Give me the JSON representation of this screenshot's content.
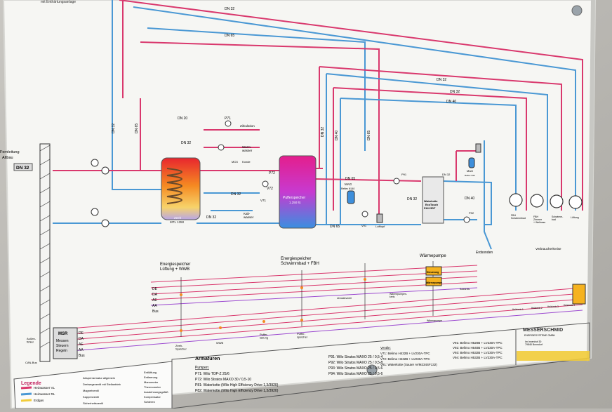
{
  "board": {
    "top_note": "mit Enthärtungsanlage",
    "pipe_labels": [
      "DN 32",
      "DN 65",
      "DN 32",
      "DN 65",
      "DN 32",
      "DN 20",
      "DN 32",
      "DN 32",
      "DN 32",
      "DN 32",
      "DN 40",
      "DN 65",
      "DN 65",
      "DN 32",
      "DN 65",
      "DN 40",
      "DN 32",
      "DN 40",
      "DN 32"
    ],
    "left": {
      "fernleitung": "Fernleitung",
      "altbau": "Altbau",
      "dn": "DN 32"
    },
    "zirkulation": "Zirkulation",
    "warmwasser": "Warm-\nwasser",
    "kaltwasser": "Kalt-\nwasser",
    "pumps": {
      "p71": "P71",
      "p72": "P72",
      "p81": "P81",
      "p91": "P91",
      "p92": "P92"
    },
    "valves": {
      "v71": "V71",
      "v72": "V72",
      "v91": "V91",
      "v81": "V81"
    },
    "mag": {
      "left": "MAG",
      "left_sub": "Reflex N140",
      "right": "MAG",
      "right_sub": "Reflex N12"
    },
    "ms": {
      "m03": "MO3",
      "konde": "Konde",
      "lufttopf": "Lufttopf"
    },
    "tank1": {
      "line1": "Zeeh",
      "line2": "MTL 1350"
    },
    "tank2": {
      "line1": "Pufferspeicher",
      "line2": "1.250 ltr."
    },
    "heatpump": {
      "line1": "Waterkotte",
      "line2": "EcoTouch",
      "line3": "5112.5DT"
    },
    "erdsonden": "Erdsonden",
    "consumers": {
      "c1": "FBH\nSchwimmbad",
      "c2": "FBH\nZimmer\n+ Wellness",
      "c3": "Schwimm-\nbad",
      "c4": "Lüftung"
    },
    "verbraucherkreise": "Verbraucherkreise",
    "sections": {
      "s1": "Energiespeicher\nLüftung + WWB",
      "s2": "Energiespeicher\nSchwimmbad + FBH",
      "s3": "Wärmepumpe"
    },
    "bus_labels": [
      "DE",
      "DA",
      "AE",
      "AA",
      "Bus"
    ],
    "bus_labels_lower": [
      "DE",
      "DA",
      "AE",
      "AA",
      "Bus"
    ],
    "controller_boxes": {
      "b1": "Steuerung",
      "b2": "Wärmepumpe"
    },
    "small_bus_notes": {
      "n1": "Umwälzventil",
      "n2": "Wärmepumpen-\nkreis",
      "n3": "Soleкreis",
      "n4": "Wärmepumpe",
      "n5": "Heizkreis 1",
      "n6": "Heizkreis 2",
      "n7": "Heizkreis 3",
      "n8": "Heizkreis 4"
    },
    "msr": {
      "title": "MSR",
      "l1": "Messen",
      "l2": "Steuern",
      "l3": "Regeln"
    },
    "ausbau": "Außen-\nfühler",
    "can_bus": "CAN-Bus",
    "lower_sections": {
      "z1": "Zeeh-\nSpeicher",
      "z2": "WWB",
      "z3": "Puffer-\nladung",
      "z4": "Puffer-\nspeicher"
    },
    "armaturen": {
      "title": "Armaturen",
      "pumps_title": "Pumpen:",
      "pumps": [
        "P71: Wilo TOP-Z 25/6",
        "P72: Wilo Stratos MAXO 30 / 0,5-10",
        "P81: Waterkotte (Wilo High Efficiency Drive 1,3/3920)",
        "P82: Waterkotte (Wilo High Efficiency Drive 1,3/3920)"
      ],
      "pumps2": [
        "P91: Wilo Stratos MAXO 25 / 0,5-4",
        "P92: Wilo Stratos MAXO 25 / 0,5-8",
        "P93: Wilo Stratos MAXO 25 / 0,5-6",
        "P94: Wilo Stratos MAXO 25 / 0,5-6"
      ],
      "valves_title": "Ventile:",
      "valves": [
        "V71: Belimo H432B + LV230A-TPC",
        "V72: Belimo H432B + LV230A-TPC",
        "V81: Waterkotte (Sauter AVM234SF132)"
      ],
      "valves2": [
        "V91: Belimo H520B + LV230A-TPC",
        "V92: Belimo H540B + LV230A-TPC",
        "V93: Belimo H532B + LV230A-TPC",
        "V94: Belimo H532B + LV230A-TPC"
      ]
    },
    "legend": {
      "title": "Legende",
      "items": [
        "Heizwasser VL",
        "Heizwasser RL",
        "Erdgas"
      ],
      "symbols_col1": [
        "Absperrarmatur allgemein",
        "Dreiwegeventil mit Stellantrieb",
        "Magnetventil",
        "Kappenventil",
        "Sicherheitsventil"
      ],
      "symbols_col2": [
        "Entlüftung",
        "Entleerung",
        "Manometer",
        "Thermometer",
        "Ausdehnungsgefäß",
        "Kompensator",
        "Schieren"
      ]
    },
    "company": {
      "name": "MESSERSCHMID",
      "sub": "ENERGIESYSTEME GMBH",
      "addr": "Im Innenhof 30\n79848 Bonndorf"
    },
    "colors": {
      "flow": "#d9386d",
      "return": "#4a98d4",
      "gas": "#f2cc3a",
      "pink_line": "#e05a8c",
      "board": "#f7f7f5",
      "wall": "#b9b7b2"
    }
  }
}
